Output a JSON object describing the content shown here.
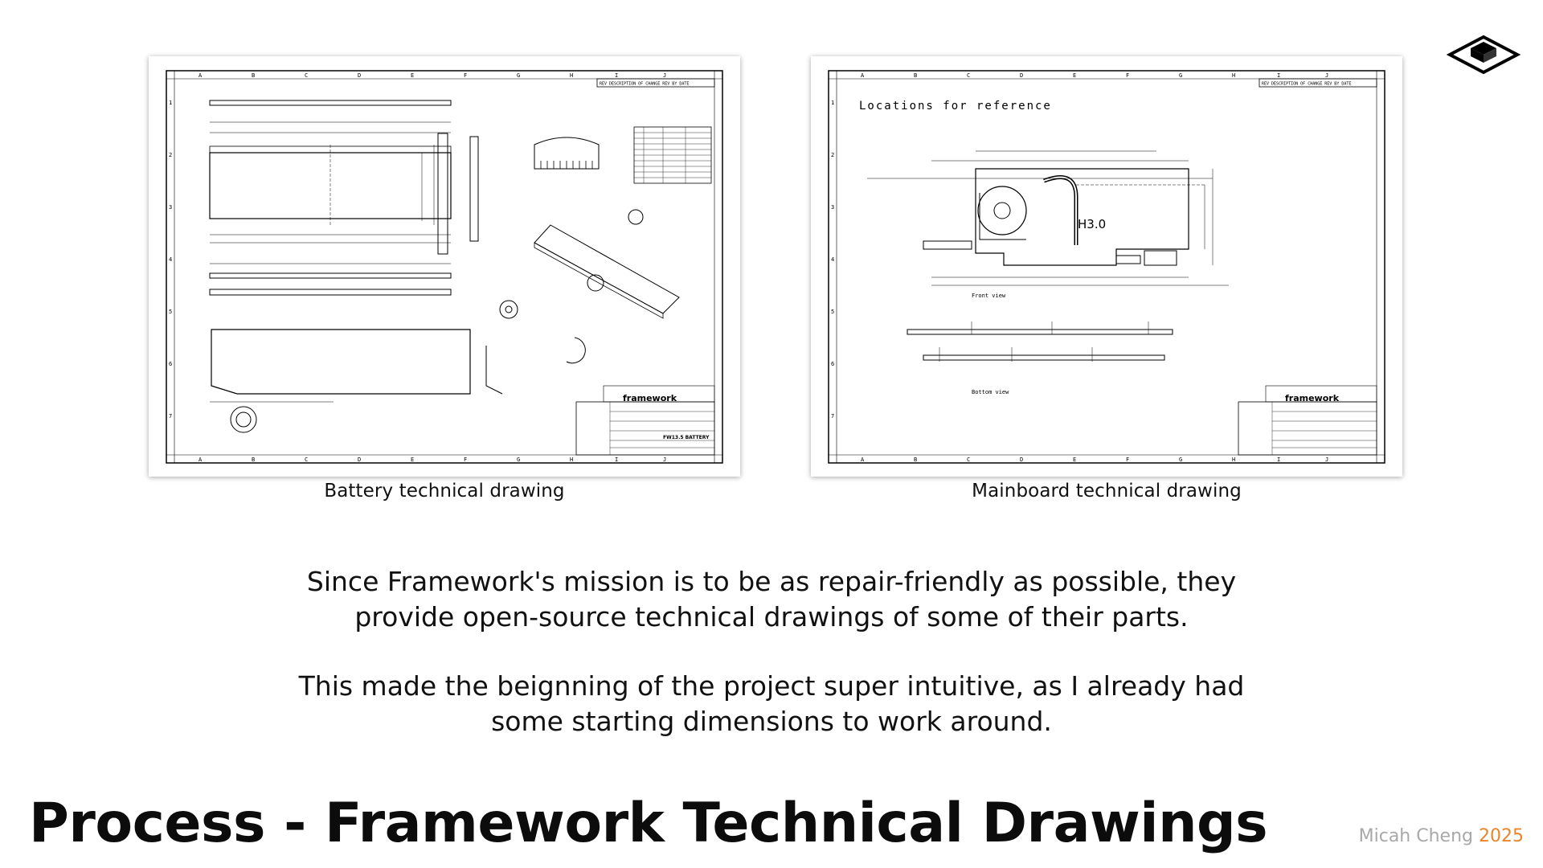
{
  "figures": [
    {
      "caption": "Battery technical drawing",
      "drawing_text": {
        "col_labels": [
          "A",
          "B",
          "C",
          "D",
          "E",
          "F",
          "G",
          "H",
          "I",
          "J"
        ],
        "row_labels": [
          "1",
          "2",
          "3",
          "4",
          "5",
          "6",
          "7"
        ],
        "rev_header": "REV  DESCRIPTION OF CHANGE  REV BY  DATE",
        "brand": "framework",
        "part": "FW13.5 BATTERY"
      }
    },
    {
      "caption": "Mainboard technical drawing",
      "drawing_text": {
        "col_labels": [
          "A",
          "B",
          "C",
          "D",
          "E",
          "F",
          "G",
          "H",
          "I",
          "J"
        ],
        "row_labels": [
          "1",
          "2",
          "3",
          "4",
          "5",
          "6",
          "7"
        ],
        "rev_header": "REV  DESCRIPTION OF CHANGE  REV BY  DATE",
        "note": "Locations for reference",
        "front": "Front view",
        "bottom": "Bottom view",
        "fan_label": "H3.0",
        "brand": "framework"
      }
    }
  ],
  "body": {
    "paragraph1": "Since Framework's mission is to be as repair-friendly as possible, they provide open-source technical drawings of some of their parts.",
    "paragraph2": "This made the beignning of the project super intuitive, as I already had some starting dimensions to work around."
  },
  "title": "Process - Framework Technical Drawings",
  "footer": {
    "author": "Micah Cheng",
    "year": "2025"
  },
  "colors": {
    "accent": "#e8852a",
    "footer_gray": "#a8a8a8"
  },
  "icons": [
    "box-logo-icon"
  ]
}
